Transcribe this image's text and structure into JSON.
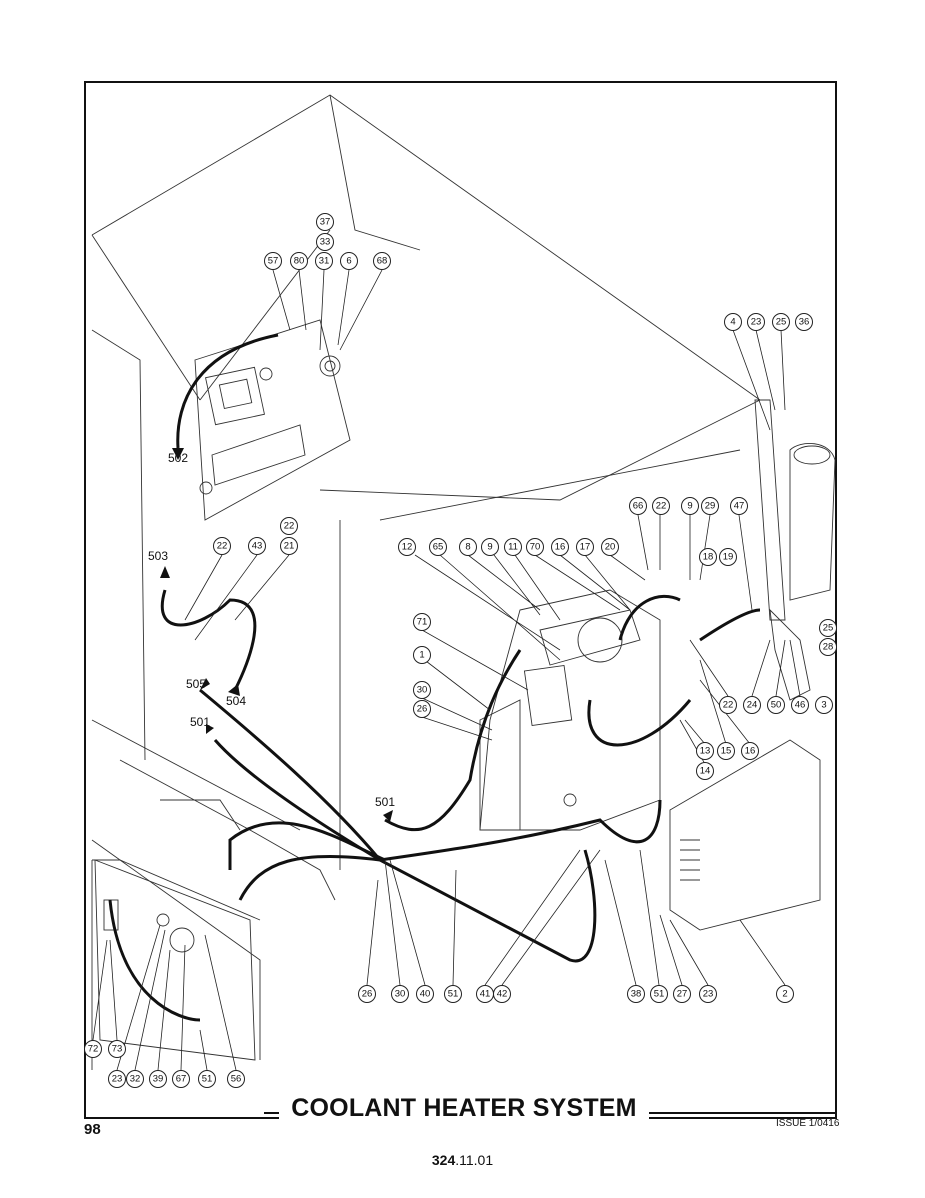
{
  "title": "COOLANT HEATER SYSTEM",
  "page_number": "98",
  "issue": "ISSUE 1/0416",
  "doc_code": {
    "bold": "324",
    "rest": ".11.01"
  },
  "callouts": [
    "37",
    "33",
    "57",
    "80",
    "31",
    "6",
    "68",
    "4",
    "23",
    "25",
    "36",
    "66",
    "22",
    "9",
    "29",
    "47",
    "12",
    "65",
    "8",
    "9",
    "11",
    "70",
    "16",
    "17",
    "20",
    "18",
    "19",
    "71",
    "1",
    "30",
    "26",
    "22",
    "43",
    "21",
    "22",
    "25",
    "28",
    "22",
    "50",
    "46",
    "3",
    "24",
    "13",
    "14",
    "15",
    "16",
    "26",
    "30",
    "40",
    "51",
    "41",
    "42",
    "38",
    "51",
    "27",
    "23",
    "2",
    "72",
    "73",
    "23",
    "32",
    "39",
    "67",
    "51",
    "56"
  ],
  "references": [
    "502",
    "503",
    "504",
    "505",
    "501",
    "501"
  ]
}
